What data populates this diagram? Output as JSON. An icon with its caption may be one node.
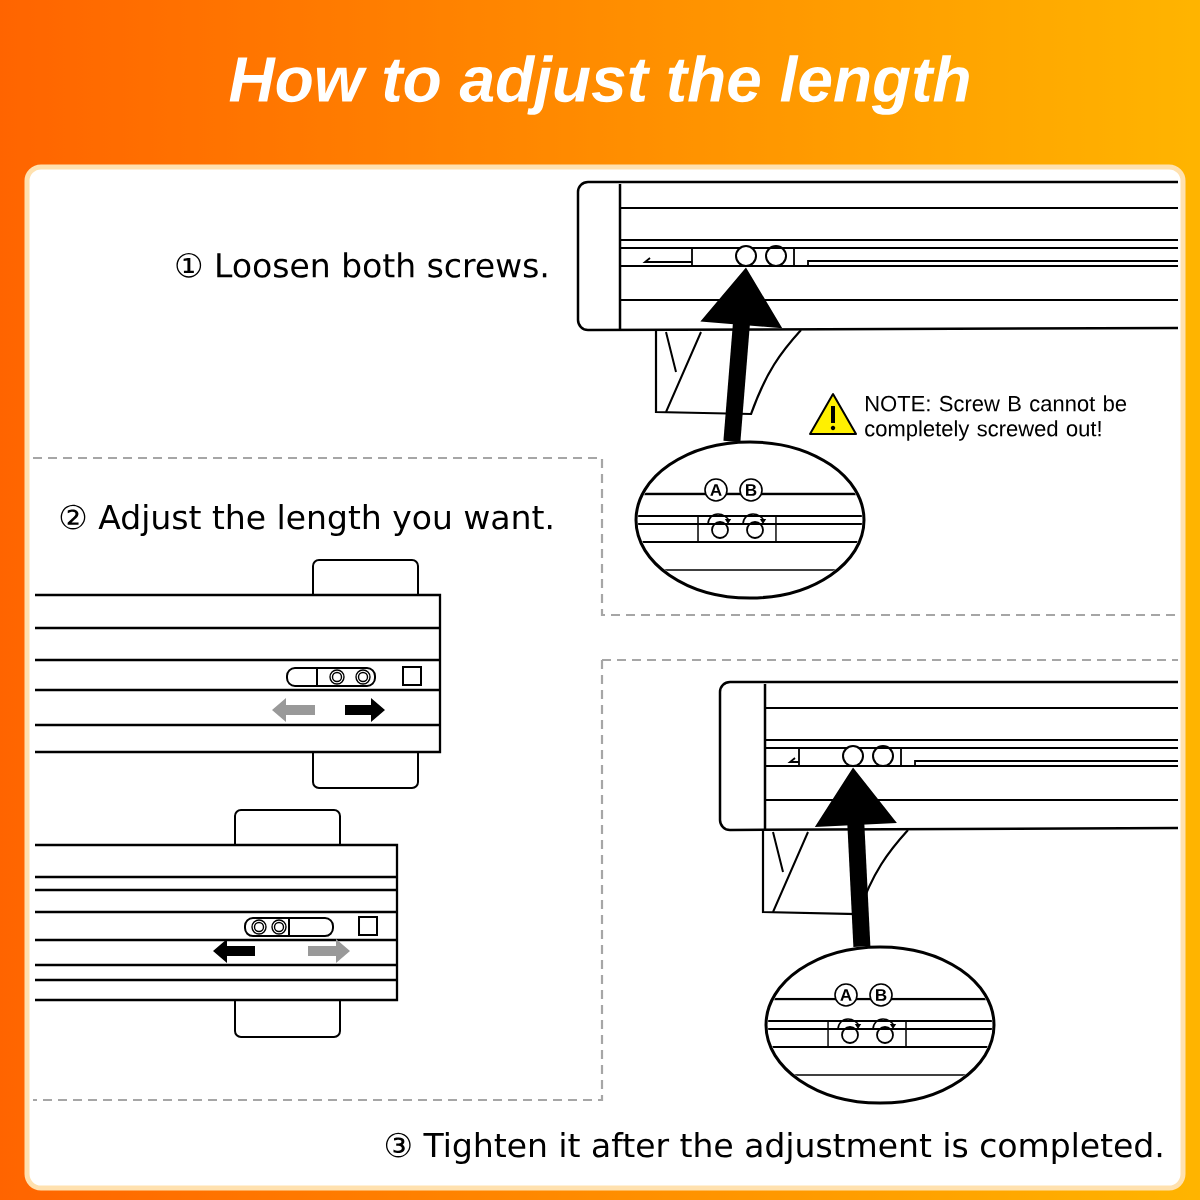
{
  "diagram": {
    "title": "How to adjust the length",
    "nodes": [
      {
        "text": [
          "A",
          "B"
        ]
      },
      {
        "text": [],
        "shape": "circle"
      },
      {
        "text": [
          "A",
          "B"
        ]
      },
      {
        "text": [],
        "shape": "circle"
      }
    ],
    "edges": [
      {
        "from": 0,
        "to": 1,
        "arrow": "to"
      },
      {
        "from": 2,
        "to": 3,
        "arrow": "to"
      }
    ],
    "labels": [
      "① Loosen both screws.",
      "NOTE: Screw B cannot be completely screwed out!",
      "② Adjust the length you want.",
      "③ Tighten it after the adjustment is completed."
    ]
  }
}
